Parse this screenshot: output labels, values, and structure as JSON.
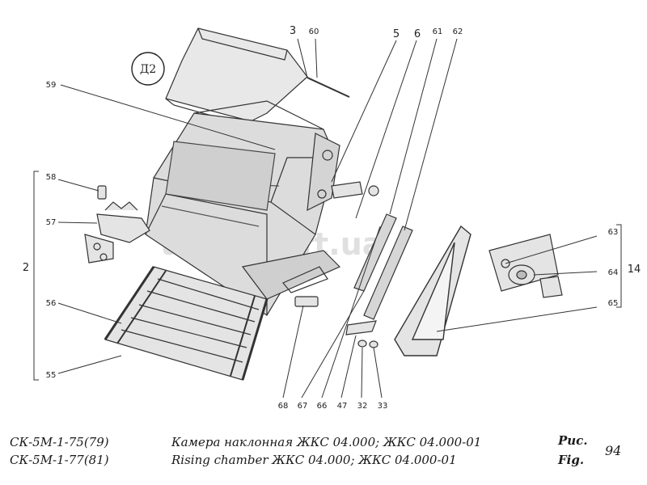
{
  "diagram": {
    "badge": "Д2",
    "labels": {
      "l2": "2",
      "l3": "3",
      "l5": "5",
      "l6": "6",
      "l14": "14",
      "l32": "32",
      "l33": "33",
      "l47": "47",
      "l55": "55",
      "l56": "56",
      "l57": "57",
      "l58": "58",
      "l59": "59",
      "l60": "60",
      "l61": "61",
      "l62": "62",
      "l63": "63",
      "l64": "64",
      "l65": "65",
      "l66": "66",
      "l67": "67",
      "l68": "68"
    },
    "watermark": "adarasoft.ua"
  },
  "footer": {
    "model_line1": "СК-5М-1-75(79)",
    "model_line2": "СК-5М-1-77(81)",
    "title_ru": "Камера наклонная ЖКС 04.000; ЖКС 04.000-01",
    "title_en": "Rising chamber ЖКС 04.000; ЖКС 04.000-01",
    "fig_ru": "Рис.",
    "fig_en": "Fig.",
    "fig_number": "94"
  }
}
